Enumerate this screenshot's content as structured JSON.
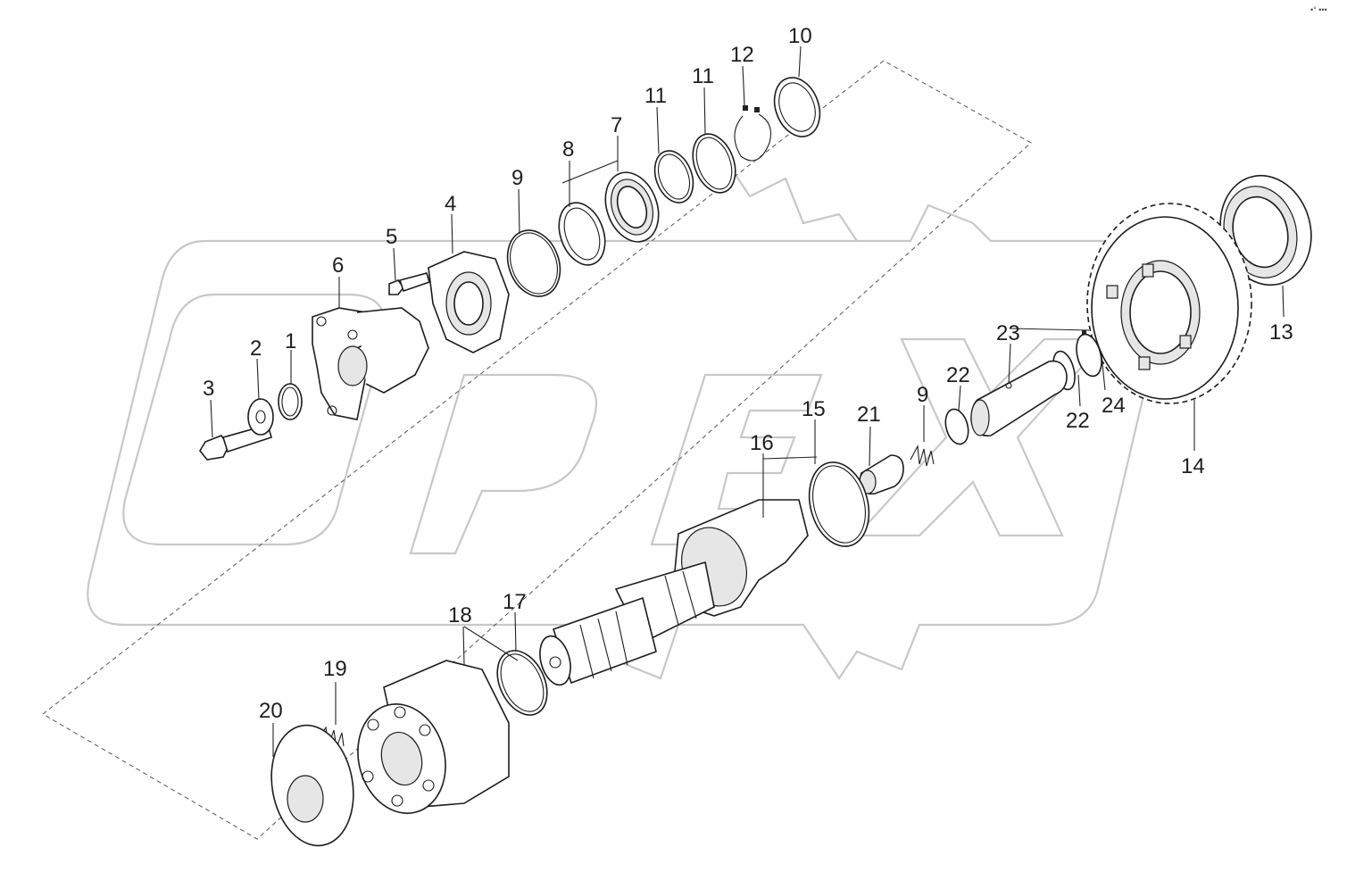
{
  "diagram": {
    "type": "exploded-parts-diagram",
    "watermark_text": "OPEX",
    "corner_mark": "•° •••",
    "callouts": [
      {
        "id": "c1",
        "label": "1"
      },
      {
        "id": "c2",
        "label": "2"
      },
      {
        "id": "c3",
        "label": "3"
      },
      {
        "id": "c4",
        "label": "4"
      },
      {
        "id": "c5",
        "label": "5"
      },
      {
        "id": "c6",
        "label": "6"
      },
      {
        "id": "c7",
        "label": "7"
      },
      {
        "id": "c8",
        "label": "8"
      },
      {
        "id": "c9a",
        "label": "9"
      },
      {
        "id": "c9b",
        "label": "9"
      },
      {
        "id": "c10",
        "label": "10"
      },
      {
        "id": "c11a",
        "label": "11"
      },
      {
        "id": "c11b",
        "label": "11"
      },
      {
        "id": "c12",
        "label": "12"
      },
      {
        "id": "c13",
        "label": "13"
      },
      {
        "id": "c14",
        "label": "14"
      },
      {
        "id": "c15",
        "label": "15"
      },
      {
        "id": "c16",
        "label": "16"
      },
      {
        "id": "c17",
        "label": "17"
      },
      {
        "id": "c18",
        "label": "18"
      },
      {
        "id": "c19",
        "label": "19"
      },
      {
        "id": "c20",
        "label": "20"
      },
      {
        "id": "c21",
        "label": "21"
      },
      {
        "id": "c22a",
        "label": "22"
      },
      {
        "id": "c22b",
        "label": "22"
      },
      {
        "id": "c23",
        "label": "23"
      },
      {
        "id": "c24",
        "label": "24"
      }
    ]
  }
}
